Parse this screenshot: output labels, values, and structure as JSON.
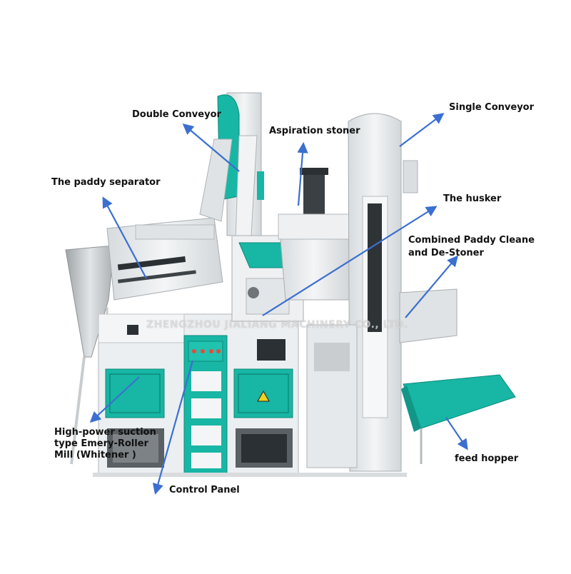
{
  "colors": {
    "teal": "#18b6a4",
    "machine_white": "#e9ecee",
    "machine_shadow": "#c4c9cc",
    "dark": "#2b3034",
    "arrow": "#3b6fd0",
    "cone": "#b9bdbf"
  },
  "watermark": "ZHENGZHOU JIALIANG MACHINERY CO., LTD.",
  "labels": {
    "double_conveyor": "Double Conveyor",
    "aspiration_stoner": "Aspiration stoner",
    "single_conveyor": "Single Conveyor",
    "paddy_separator": "The paddy separator",
    "husker": "The husker",
    "paddy_cleaner_line1": "Combined Paddy Cleane",
    "paddy_cleaner_line2": "and De-Stoner",
    "whitener_line1": "High-power suction",
    "whitener_line2": "type Emery-Roller",
    "whitener_line3": "Mill (Whitener )",
    "control_panel": "Control Panel",
    "feed_hopper": "feed hopper"
  },
  "icons": {
    "arrow": "arrow-icon",
    "warning": "warning-icon"
  }
}
